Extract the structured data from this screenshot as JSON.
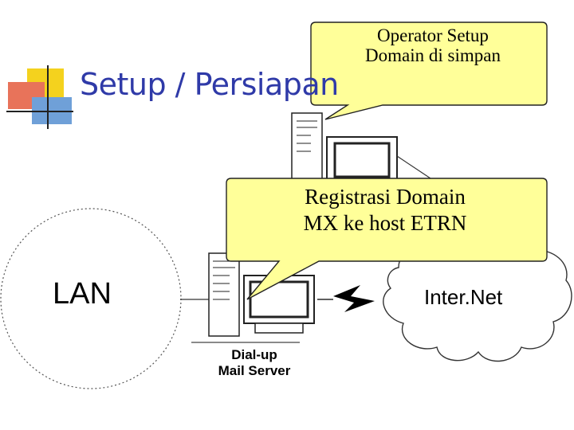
{
  "slide": {
    "title": "Setup / Persiapan"
  },
  "callouts": {
    "operator": {
      "line1": "Operator Setup",
      "line2": "Domain di simpan"
    },
    "registrasi": {
      "line1": "Registrasi Domain",
      "line2": "MX ke host ETRN"
    }
  },
  "labels": {
    "lan": "LAN",
    "internet": "Inter.Net",
    "dialup_line1": "Dial-up",
    "dialup_line2": "Mail Server"
  },
  "colors": {
    "title": "#2f3aa8",
    "callout_fill": "#ffff99",
    "bullet_yellow": "#f4d21e",
    "bullet_red": "#e8735a",
    "bullet_blue": "#6fa0d8"
  }
}
